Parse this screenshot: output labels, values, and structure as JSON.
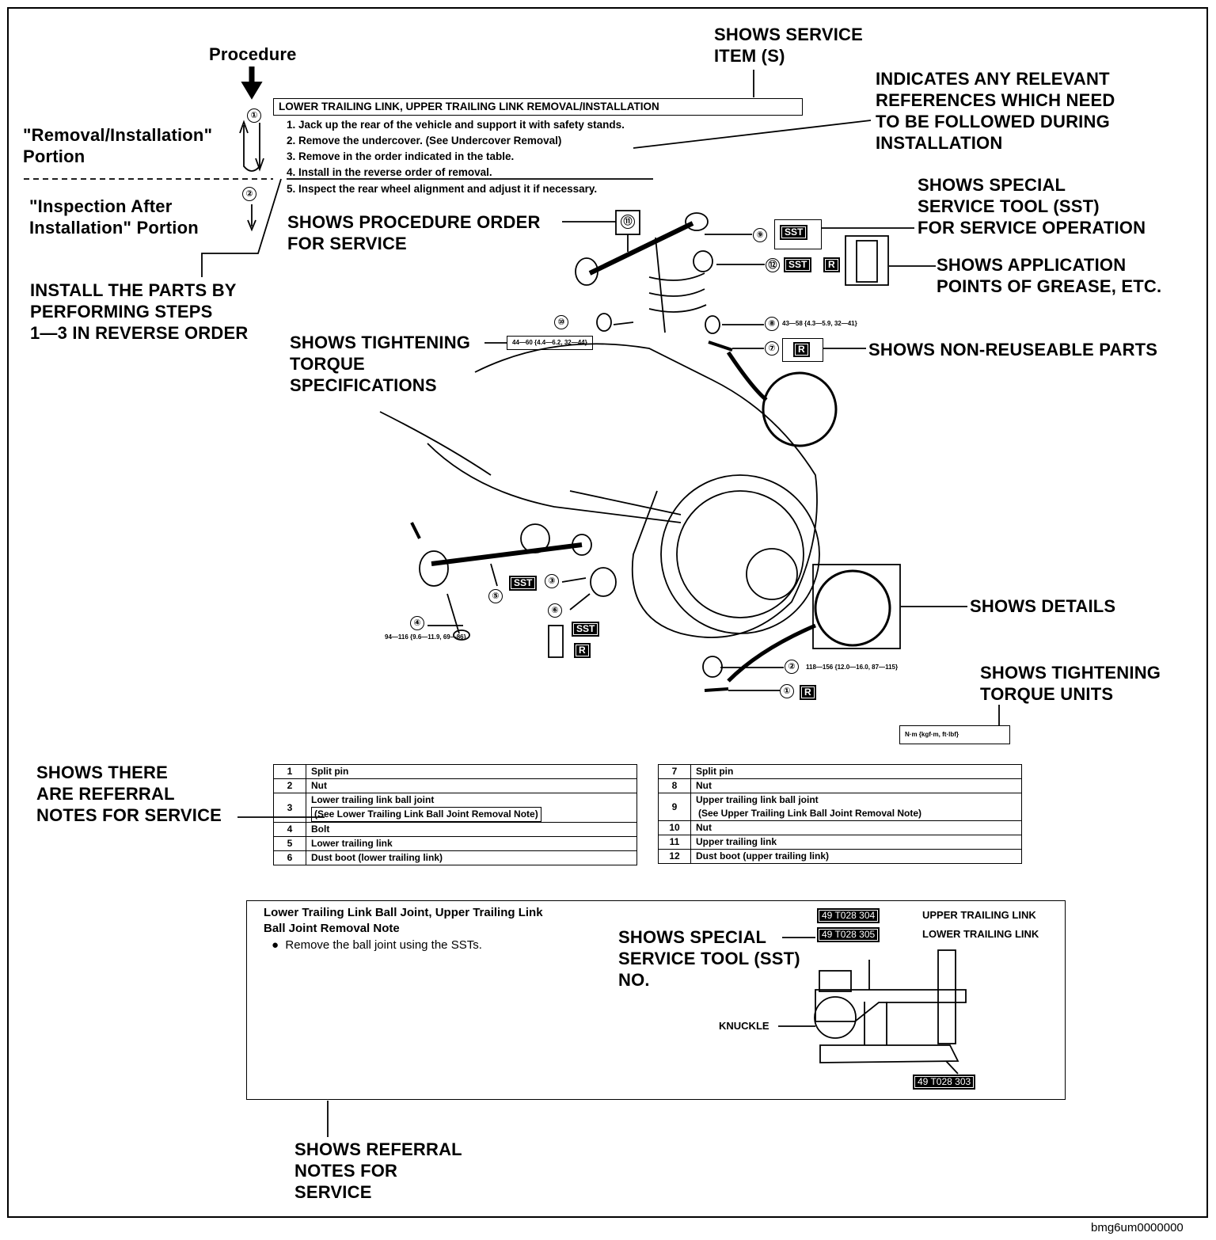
{
  "labels": {
    "procedure": "Procedure",
    "removal_portion": "\"Removal/Installation\"\nPortion",
    "inspection_portion": "\"Inspection After\nInstallation\" Portion",
    "install_note": "INSTALL THE PARTS BY\nPERFORMING STEPS\n1—3 IN REVERSE ORDER",
    "service_item": "SHOWS SERVICE\nITEM (S)",
    "references": "INDICATES ANY RELEVANT\nREFERENCES WHICH NEED\nTO BE FOLLOWED DURING\nINSTALLATION",
    "procedure_order": "SHOWS PROCEDURE ORDER\nFOR SERVICE",
    "special_tool": "SHOWS SPECIAL\nSERVICE TOOL (SST)\nFOR SERVICE OPERATION",
    "grease": "SHOWS APPLICATION\nPOINTS OF GREASE, ETC.",
    "torque_specs": "SHOWS TIGHTENING\nTORQUE\nSPECIFICATIONS",
    "non_reuseable": "SHOWS NON-REUSEABLE PARTS",
    "details": "SHOWS DETAILS",
    "torque_units": "SHOWS TIGHTENING\nTORQUE UNITS",
    "referral_notes": "SHOWS THERE\nARE REFERRAL\nNOTES FOR SERVICE",
    "sst_no": "SHOWS SPECIAL\nSERVICE TOOL (SST)\nNO.",
    "referral_bottom": "SHOWS REFERRAL\nNOTES FOR\nSERVICE",
    "footer_code": "bmg6um0000000"
  },
  "procedure_box": {
    "title": "LOWER TRAILING LINK, UPPER TRAILING LINK REMOVAL/INSTALLATION",
    "steps": [
      "1. Jack up the rear of the vehicle and support it with safety stands.",
      "2. Remove the undercover. (See Undercover Removal)",
      "3. Remove in the order indicated in the table.",
      "4. Install in the reverse order of removal.",
      "5. Inspect the rear wheel alignment and adjust it if necessary."
    ],
    "step_markers": [
      "①",
      "②"
    ]
  },
  "diagram": {
    "callouts": {
      "c1": "①",
      "c2": "②",
      "c3": "③",
      "c4": "④",
      "c5": "⑤",
      "c6": "⑥",
      "c7": "⑦",
      "c8": "⑧",
      "c9": "⑨",
      "c10": "⑩",
      "c11": "⑪",
      "c12": "⑫"
    },
    "sst": "SST",
    "r": "R",
    "torque_top": "44—60 {4.4—6.2, 32—44}",
    "torque_8": "43—58 {4.3—5.9, 32—41}",
    "torque_2": "118—156 {12.0—16.0, 87—115}",
    "torque_4": "94—116 {9.6—11.9, 69—86}",
    "torque_unit": "N·m {kgf·m, ft·lbf}"
  },
  "parts_left": [
    {
      "no": "1",
      "name": "Split pin",
      "ref": ""
    },
    {
      "no": "2",
      "name": "Nut",
      "ref": ""
    },
    {
      "no": "3",
      "name": "Lower trailing link ball joint",
      "ref": "(See Lower Trailing Link Ball Joint Removal Note)"
    },
    {
      "no": "4",
      "name": "Bolt",
      "ref": ""
    },
    {
      "no": "5",
      "name": "Lower trailing link",
      "ref": ""
    },
    {
      "no": "6",
      "name": "Dust boot (lower trailing link)",
      "ref": ""
    }
  ],
  "parts_right": [
    {
      "no": "7",
      "name": "Split pin",
      "ref": ""
    },
    {
      "no": "8",
      "name": "Nut",
      "ref": ""
    },
    {
      "no": "9",
      "name": "Upper trailing link ball joint",
      "ref": "(See Upper Trailing Link Ball Joint Removal Note)"
    },
    {
      "no": "10",
      "name": "Nut",
      "ref": ""
    },
    {
      "no": "11",
      "name": "Upper trailing link",
      "ref": ""
    },
    {
      "no": "12",
      "name": "Dust boot (upper trailing link)",
      "ref": ""
    }
  ],
  "note_box": {
    "title": "Lower Trailing Link Ball Joint, Upper Trailing Link\nBall Joint Removal Note",
    "bullet": "Remove the ball joint using the SSTs.",
    "sst_upper": "49 T028 304",
    "sst_lower": "49 T028 305",
    "sst_base": "49 T028 303",
    "upper_label": "UPPER TRAILING LINK",
    "lower_label": "LOWER TRAILING LINK",
    "knuckle": "KNUCKLE"
  }
}
